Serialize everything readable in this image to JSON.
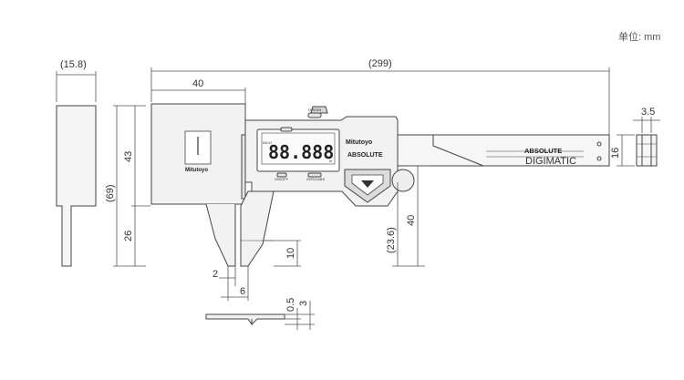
{
  "unit_label": "单位: mm",
  "dimensions": {
    "overall_length": "(299)",
    "jaw_width": "40",
    "depth_side": "(15.8)",
    "jaw_height": "43",
    "total_height": "(69)",
    "lower_height": "26",
    "tip_height": "10",
    "tip_offset": "2",
    "tip_width": "6",
    "blade_thickness": "0.5",
    "blade_depth": "3",
    "body_height": "(23.6)",
    "body_height_right": "40",
    "beam_height": "16",
    "beam_width": "3.5"
  },
  "device": {
    "brand": "Mitutoyo",
    "brand_jaw": "Mitutoyo",
    "absolute": "ABSOLUTE",
    "absolute_beam": "ABSOLUTE",
    "digimatic": "DIGIMATIC",
    "lcd_value": "88.888",
    "button_origin": "ORIGIN",
    "button_on_off": "ON/OFF",
    "button_zero_abs": "ZERO/ABS",
    "lcd_left_label": "INCH",
    "lcd_unit": "in"
  },
  "colors": {
    "line": "#444444",
    "dim_line": "#555555",
    "body_fill": "#f2f2f2"
  }
}
